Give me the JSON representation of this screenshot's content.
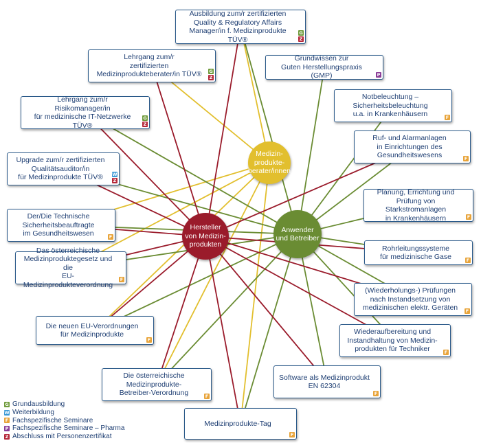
{
  "colors": {
    "hersteller": "#9a1b2b",
    "anwender": "#6a8c33",
    "berater": "#e2bf2e",
    "border": "#2b5a8a",
    "G": "#6f9a3a",
    "W": "#3d9ad6",
    "F": "#e8a43a",
    "P": "#8b3d97",
    "Z": "#b5283a"
  },
  "hubs": [
    {
      "id": "hersteller",
      "label": "Hersteller\nvon Medizin-\nprodukten"
    },
    {
      "id": "anwender",
      "label": "Anwender\nund Betreiber"
    },
    {
      "id": "berater",
      "label": "Medizin-\nprodukte-\nberater/innen"
    }
  ],
  "boxes": [
    {
      "id": "b1",
      "label": "Ausbildung zum/r zertifizierten\nQuality & Regulatory Affairs\nManager/in f. Medizinprodukte TÜV®",
      "badges": [
        "G",
        "Z"
      ]
    },
    {
      "id": "b2",
      "label": "Lehrgang zum/r\nzertifizierten\nMedizinprodukteberater/in TÜV®",
      "badges": [
        "G",
        "Z"
      ]
    },
    {
      "id": "b3",
      "label": "Grundwissen zur\nGuten Herstellungspraxis (GMP)",
      "badges": [
        "P"
      ]
    },
    {
      "id": "b4",
      "label": "Lehrgang zum/r\nRisikomanager/in\nfür medizinische IT-Netzwerke TÜV®",
      "badges": [
        "G",
        "Z"
      ]
    },
    {
      "id": "b5",
      "label": "Notbeleuchtung –\nSicherheitsbeleuchtung\nu.a. in Krankenhäusern",
      "badges": [
        "F"
      ]
    },
    {
      "id": "b6",
      "label": "Ruf- und Alarmanlagen\nin Einrichtungen des\nGesundheitswesens",
      "badges": [
        "F"
      ]
    },
    {
      "id": "b7",
      "label": "Upgrade zum/r zertifizierten\nQualitätsauditor/in\nfür Medizinprodukte TÜV®",
      "badges": [
        "W",
        "Z"
      ]
    },
    {
      "id": "b8",
      "label": "Planung, Errichtung und\nPrüfung von Starkstromanlagen\nin Krankenhäusern",
      "badges": [
        "F"
      ]
    },
    {
      "id": "b9",
      "label": "Der/Die Technische\nSicherheitsbeauftragte\nim Gesundheitswesen",
      "badges": [
        "F"
      ]
    },
    {
      "id": "b10",
      "label": "Rohrleitungssysteme\nfür medizinische Gase",
      "badges": [
        "F"
      ]
    },
    {
      "id": "b11",
      "label": "Das österreichische\nMedizinproduktegesetz und die\nEU-Medizinprodukteverordnung",
      "badges": [
        "F"
      ]
    },
    {
      "id": "b12",
      "label": "(Wiederholungs-) Prüfungen\nnach Instandsetzung von\nmedizinischen elektr. Geräten",
      "badges": [
        "F"
      ]
    },
    {
      "id": "b13",
      "label": "Die neuen EU-Verordnungen\nfür Medizinprodukte",
      "badges": [
        "F"
      ]
    },
    {
      "id": "b14",
      "label": "Wiederaufbereitung und\nInstandhaltung von Medizin-\nprodukten für Techniker",
      "badges": [
        "F"
      ]
    },
    {
      "id": "b15",
      "label": "Die österreichische\nMedizinprodukte-\nBetreiber-Verordnung",
      "badges": [
        "F"
      ]
    },
    {
      "id": "b16",
      "label": "Software als Medizinprodukt\nEN 62304",
      "badges": [
        "F"
      ]
    },
    {
      "id": "b17",
      "label": "Medizinprodukte-Tag",
      "badges": [
        "F"
      ]
    }
  ],
  "connections": [
    {
      "from": "hersteller",
      "to": "b1"
    },
    {
      "from": "hersteller",
      "to": "b2"
    },
    {
      "from": "hersteller",
      "to": "b4"
    },
    {
      "from": "hersteller",
      "to": "b7"
    },
    {
      "from": "hersteller",
      "to": "b9"
    },
    {
      "from": "hersteller",
      "to": "b11"
    },
    {
      "from": "hersteller",
      "to": "b13"
    },
    {
      "from": "hersteller",
      "to": "b15"
    },
    {
      "from": "hersteller",
      "to": "b17"
    },
    {
      "from": "hersteller",
      "to": "b16"
    },
    {
      "from": "hersteller",
      "to": "b14"
    },
    {
      "from": "hersteller",
      "to": "b12"
    },
    {
      "from": "hersteller",
      "to": "b10"
    },
    {
      "from": "hersteller",
      "to": "b6"
    },
    {
      "from": "anwender",
      "to": "b3"
    },
    {
      "from": "anwender",
      "to": "b4"
    },
    {
      "from": "anwender",
      "to": "b5"
    },
    {
      "from": "anwender",
      "to": "b6"
    },
    {
      "from": "anwender",
      "to": "b7"
    },
    {
      "from": "anwender",
      "to": "b8"
    },
    {
      "from": "anwender",
      "to": "b9"
    },
    {
      "from": "anwender",
      "to": "b10"
    },
    {
      "from": "anwender",
      "to": "b11"
    },
    {
      "from": "anwender",
      "to": "b12"
    },
    {
      "from": "anwender",
      "to": "b13"
    },
    {
      "from": "anwender",
      "to": "b14"
    },
    {
      "from": "anwender",
      "to": "b15"
    },
    {
      "from": "anwender",
      "to": "b16"
    },
    {
      "from": "anwender",
      "to": "b17"
    },
    {
      "from": "anwender",
      "to": "b1"
    },
    {
      "from": "berater",
      "to": "b1"
    },
    {
      "from": "berater",
      "to": "b2"
    },
    {
      "from": "berater",
      "to": "b9"
    },
    {
      "from": "berater",
      "to": "b13"
    },
    {
      "from": "berater",
      "to": "b15"
    },
    {
      "from": "berater",
      "to": "b17"
    },
    {
      "from": "berater",
      "to": "b11"
    }
  ],
  "legend": [
    {
      "code": "G",
      "label": "Grundausbildung"
    },
    {
      "code": "W",
      "label": "Weiterbildung"
    },
    {
      "code": "F",
      "label": "Fachspezifische Seminare"
    },
    {
      "code": "P",
      "label": "Fachspezifische Seminare – Pharma"
    },
    {
      "code": "Z",
      "label": "Abschluss mit Personenzertifikat"
    }
  ]
}
